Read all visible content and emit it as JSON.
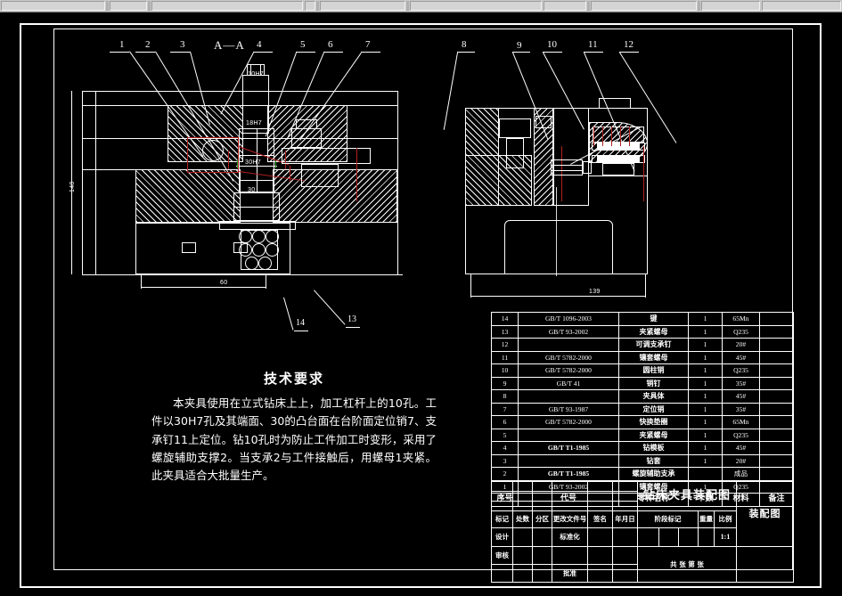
{
  "toolbar": {
    "groups": [
      118,
      42,
      172,
      12,
      96,
      150,
      48,
      120,
      66,
      90
    ]
  },
  "drawing": {
    "section_label": "A—A",
    "callouts_left": [
      "1",
      "2",
      "3",
      "4",
      "5",
      "6",
      "7"
    ],
    "callouts_right": [
      "8",
      "9",
      "10",
      "11",
      "12"
    ],
    "callouts_bottom": [
      "14",
      "13"
    ],
    "dimensions": {
      "left_view_height": "148",
      "left_view_width": "60",
      "bore_fit": "30H7",
      "boss": "30",
      "right_view_width": "139",
      "small_top": "10H7",
      "small_mid": "18H7"
    }
  },
  "tech_req": {
    "title": "技术要求",
    "body": "本夹具使用在立式钻床上上，加工杠杆上的10孔。工件以30H7孔及其端面、30的凸台面在台阶面定位销7、支承钉11上定位。钻10孔时为防止工件加工时变形，采用了螺旋辅助支撑2。当支承2与工件接触后，用螺母1夹紧。此夹具适合大批量生产。"
  },
  "bom": {
    "headers": [
      "序号",
      "代号",
      "零件名称",
      "个数",
      "材料",
      "备注"
    ],
    "rows": [
      {
        "no": "14",
        "code": "GB/T 1096-2003",
        "name": "键",
        "qty": "1",
        "mat": "65Mn",
        "rem": "",
        "bold": false
      },
      {
        "no": "13",
        "code": "GB/T 93-2002",
        "name": "夹紧螺母",
        "qty": "1",
        "mat": "Q235",
        "rem": "",
        "bold": false
      },
      {
        "no": "12",
        "code": "",
        "name": "可调支承钉",
        "qty": "1",
        "mat": "20#",
        "rem": "",
        "bold": false
      },
      {
        "no": "11",
        "code": "GB/T 5782-2000",
        "name": "镶套螺母",
        "qty": "1",
        "mat": "45#",
        "rem": "",
        "bold": false
      },
      {
        "no": "10",
        "code": "GB/T 5782-2000",
        "name": "圆柱销",
        "qty": "1",
        "mat": "Q235",
        "rem": "",
        "bold": false
      },
      {
        "no": "9",
        "code": "GB/T 41",
        "name": "销钉",
        "qty": "1",
        "mat": "35#",
        "rem": "",
        "bold": false
      },
      {
        "no": "8",
        "code": "",
        "name": "夹具体",
        "qty": "1",
        "mat": "45#",
        "rem": "",
        "bold": false
      },
      {
        "no": "7",
        "code": "GB/T 93-1987",
        "name": "定位销",
        "qty": "1",
        "mat": "35#",
        "rem": "",
        "bold": false
      },
      {
        "no": "6",
        "code": "GB/T 5782-2000",
        "name": "快换垫圈",
        "qty": "1",
        "mat": "65Mn",
        "rem": "",
        "bold": false
      },
      {
        "no": "5",
        "code": "",
        "name": "夹紧螺母",
        "qty": "1",
        "mat": "Q235",
        "rem": "",
        "bold": false
      },
      {
        "no": "4",
        "code": "GB/T T1-1985",
        "name": "钻模板",
        "qty": "1",
        "mat": "45#",
        "rem": "",
        "bold": true
      },
      {
        "no": "3",
        "code": "",
        "name": "钻套",
        "qty": "1",
        "mat": "20#",
        "rem": "",
        "bold": false
      },
      {
        "no": "2",
        "code": "GB/T T1-1985",
        "name": "螺旋辅助支承",
        "qty": "",
        "mat": "成品",
        "rem": "",
        "bold": true
      },
      {
        "no": "1",
        "code": "GB/T 93-2002",
        "name": "镶套螺母",
        "qty": "1",
        "mat": "Q235",
        "rem": "",
        "bold": false
      }
    ]
  },
  "title_block": {
    "drawing_name": "钻床夹具装配图",
    "drawing_type": "装配图",
    "rev_headers": [
      "标记",
      "处数",
      "分区",
      "更改文件号",
      "签名",
      "年月日"
    ],
    "role_design": "设计",
    "role_standard": "标准化",
    "role_review": "审核",
    "role_approve": "批准",
    "stage_mark": "阶段标记",
    "weight": "重量",
    "scale_label": "比例",
    "scale_value": "1:1",
    "sheet_text": "共    张  第    张"
  }
}
